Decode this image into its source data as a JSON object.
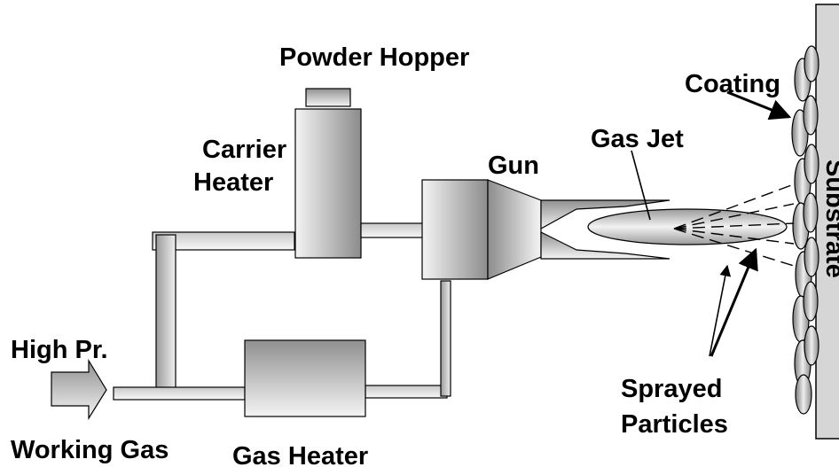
{
  "labels": {
    "powder_hopper": "Powder Hopper",
    "carrier_heater_line1": "Carrier",
    "carrier_heater_line2": "Heater",
    "gun": "Gun",
    "gas_jet": "Gas Jet",
    "coating": "Coating",
    "substrate": "Substrate",
    "high_pr": "High Pr.",
    "working_gas": "Working Gas",
    "gas_heater": "Gas Heater",
    "sprayed_particles_line1": "Sprayed",
    "sprayed_particles_line2": "Particles"
  },
  "colors": {
    "component_fill_dark": "#8a8a8a",
    "component_fill_light": "#f2f2f2",
    "substrate_fill": "#d4d4d4",
    "outline": "#000000"
  }
}
